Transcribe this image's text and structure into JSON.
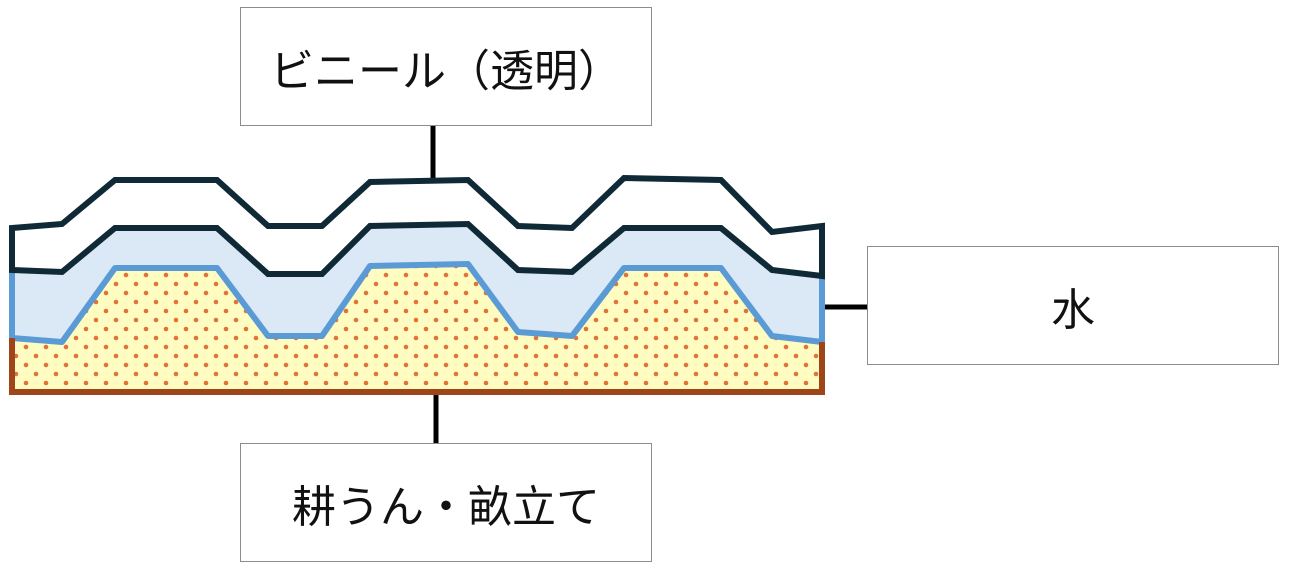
{
  "labels": {
    "vinyl": "ビニール（透明）",
    "water": "水",
    "soil": "耕うん・畝立て"
  },
  "colors": {
    "vinyl_outline": "#0f2a36",
    "vinyl_fill": "#ffffff",
    "water_fill": "#dbe8f6",
    "water_outline": "#5b9bd5",
    "soil_fill": "#fefcc0",
    "soil_dots": "#e0733a",
    "soil_base": "#a0441a",
    "leader_line": "#000000",
    "box_border": "#8c8c8c"
  }
}
